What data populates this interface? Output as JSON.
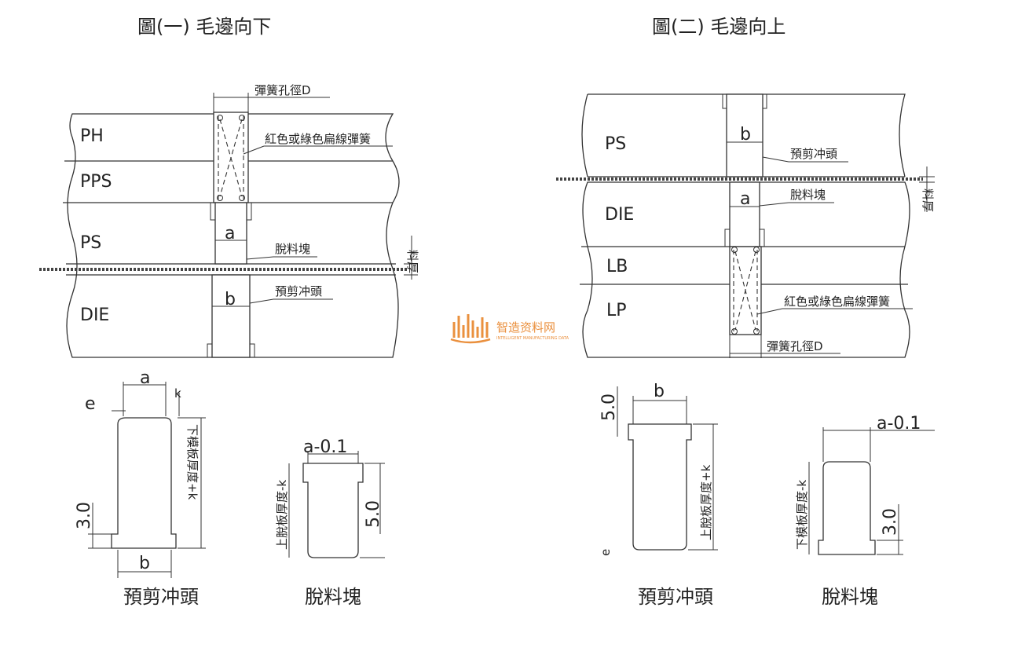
{
  "fig1": {
    "title": "圖(一)  毛邊向下",
    "plates": [
      "PH",
      "PPS",
      "PS",
      "DIE"
    ],
    "spring_hole": "彈簧孔徑D",
    "spring": "紅色或綠色扁線彈簧",
    "stripper": "脫料塊",
    "punch": "預剪冲頭",
    "thickness": "料厚",
    "a": "a",
    "b": "b"
  },
  "fig2": {
    "title": "圖(二)  毛邊向上",
    "plates": [
      "PS",
      "DIE",
      "LB",
      "LP"
    ],
    "punch": "預剪冲頭",
    "stripper": "脫料塊",
    "thickness": "料厚",
    "spring": "紅色或綠色扁線彈簧",
    "spring_hole": "彈簧孔徑D",
    "a": "a",
    "b": "b"
  },
  "detail1": {
    "punch": {
      "a": "a",
      "e": "e",
      "k": "k",
      "b": "b",
      "h": "3.0",
      "len": "下模板厚度+k",
      "caption": "預剪冲頭"
    },
    "block": {
      "top": "a-0.1",
      "len": "上脫板厚度-k",
      "h": "5.0",
      "caption": "脫料塊"
    }
  },
  "detail2": {
    "punch": {
      "b": "b",
      "h": "5.0",
      "len": "上脫板厚度+k",
      "e": "e",
      "caption": "預剪冲頭"
    },
    "block": {
      "top": "a-0.1",
      "len": "下模板厚度-k",
      "h": "3.0",
      "caption": "脫料塊"
    }
  },
  "watermark": {
    "cn": "智造资料网",
    "en": "INTELLIGENT MANUFACTURING DATA",
    "color": "#e8842a"
  }
}
